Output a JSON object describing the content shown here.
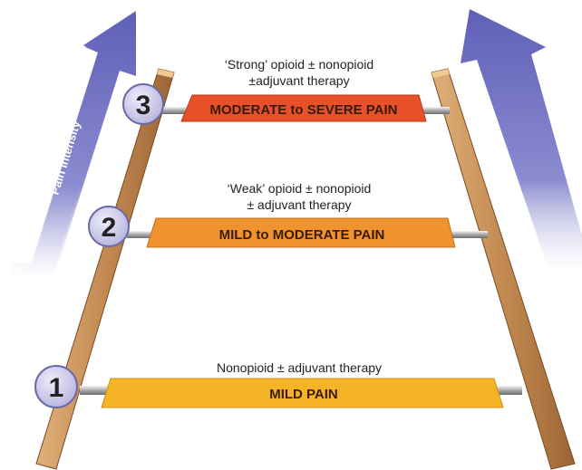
{
  "diagram": {
    "axis_label": "Pain intensity",
    "steps": [
      {
        "number": "3",
        "level": "MODERATE to SEVERE PAIN",
        "therapy_line1": "‘Strong’ opioid ± nonopioid",
        "therapy_line2": "±adjuvant therapy",
        "color": "#e8502a"
      },
      {
        "number": "2",
        "level": "MILD to MODERATE PAIN",
        "therapy_line1": "‘Weak’ opioid ± nonopioid",
        "therapy_line2": "± adjuvant therapy",
        "color": "#f0922e"
      },
      {
        "number": "1",
        "level": "MILD PAIN",
        "therapy_line1": "Nonopioid ± adjuvant therapy",
        "therapy_line2": "",
        "color": "#f5b326"
      }
    ],
    "colors": {
      "arrow": "#6f6fc0",
      "rail_light": "#c99560",
      "rail_dark": "#8c5a2e",
      "badge_fill": "#c9c6e8",
      "badge_stroke": "#6a6aa8",
      "number_text": "#222222",
      "label_text": "#3a1a08"
    }
  }
}
